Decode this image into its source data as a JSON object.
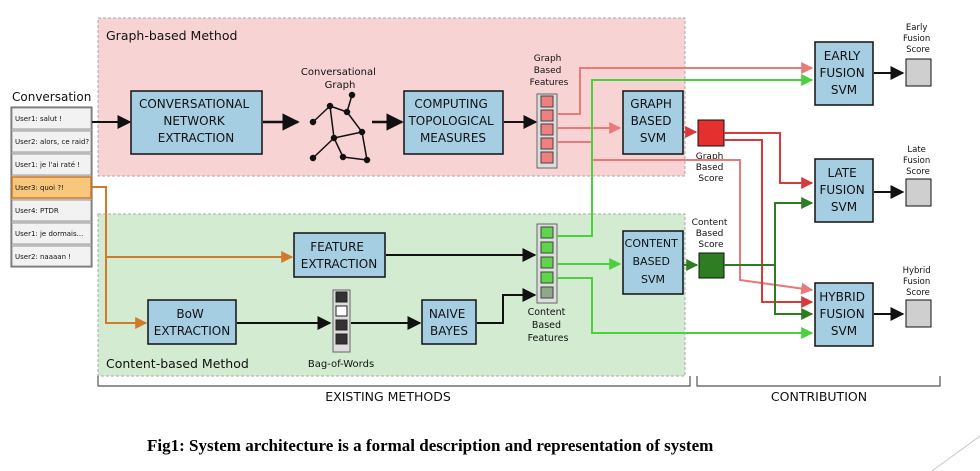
{
  "regions": {
    "graph": "Graph-based Method",
    "content": "Content-based Method"
  },
  "conversation": {
    "title": "Conversation",
    "messages": [
      "User1: salut !",
      "User2: alors, ce raid?",
      "User1: je l'ai raté !",
      "User3: quoi ?!",
      "User4: PTDR",
      "User1: je dormais...",
      "User2: naaaan !"
    ]
  },
  "graph_path": {
    "extraction": [
      "CONVERSATIONAL",
      "NETWORK",
      "EXTRACTION"
    ],
    "graph_label": [
      "Conversational",
      "Graph"
    ],
    "measures": [
      "COMPUTING",
      "TOPOLOGICAL",
      "MEASURES"
    ],
    "features_label": [
      "Graph",
      "Based",
      "Features"
    ],
    "svm": [
      "GRAPH",
      "BASED",
      "SVM"
    ],
    "score_label": [
      "Graph",
      "Based",
      "Score"
    ]
  },
  "content_path": {
    "feature_extraction": [
      "FEATURE",
      "EXTRACTION"
    ],
    "bow_extraction": [
      "BoW",
      "EXTRACTION"
    ],
    "bow_label": "Bag-of-Words",
    "naive_bayes": [
      "NAIVE",
      "BAYES"
    ],
    "features_label": [
      "Content",
      "Based",
      "Features"
    ],
    "svm": [
      "CONTENT",
      "BASED",
      "SVM"
    ],
    "score_label": [
      "Content",
      "Based",
      "Score"
    ]
  },
  "fusion": {
    "early": {
      "box": [
        "EARLY",
        "FUSION",
        "SVM"
      ],
      "score": [
        "Early",
        "Fusion",
        "Score"
      ]
    },
    "late": {
      "box": [
        "LATE",
        "FUSION",
        "SVM"
      ],
      "score": [
        "Late",
        "Fusion",
        "Score"
      ]
    },
    "hybrid": {
      "box": [
        "HYBRID",
        "FUSION",
        "SVM"
      ],
      "score": [
        "Hybrid",
        "Fusion",
        "Score"
      ]
    }
  },
  "brackets": {
    "existing": "EXISTING METHODS",
    "contribution": "CONTRIBUTION"
  },
  "caption": "Fig1: System architecture is a formal description and representation of system",
  "colors": {
    "graph_region": "#f8d3d3",
    "content_region": "#d3ebd0",
    "box_blue": "#a6cee3",
    "graph_arrow": "#e77a7a",
    "content_arrow": "#4ecf3d",
    "graph_score": "#e53030",
    "content_score": "#2e7d23",
    "orange_arrow": "#d27a2b",
    "highlight_row": "#f6c77d"
  }
}
